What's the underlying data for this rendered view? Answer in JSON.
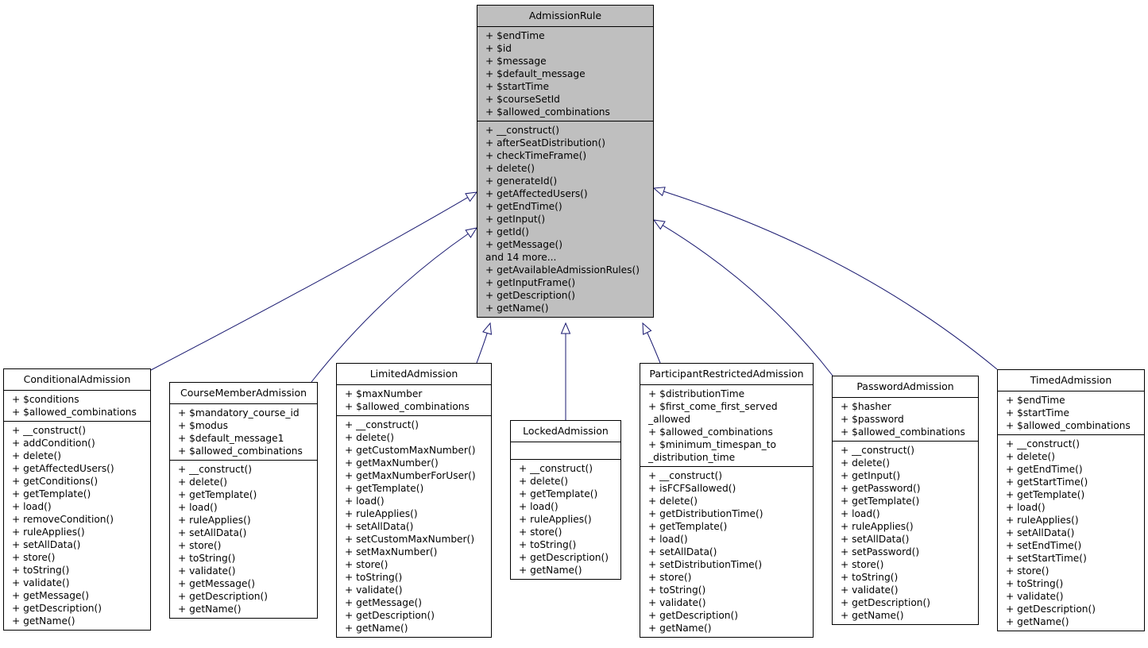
{
  "parent": {
    "name": "AdmissionRule",
    "attributes": [
      "+ $endTime",
      "+ $id",
      "+ $message",
      "+ $default_message",
      "+ $startTime",
      "+ $courseSetId",
      "+ $allowed_combinations"
    ],
    "methods": [
      "+ __construct()",
      "+ afterSeatDistribution()",
      "+ checkTimeFrame()",
      "+ delete()",
      "+ generateId()",
      "+ getAffectedUsers()",
      "+ getEndTime()",
      "+ getInput()",
      "+ getId()",
      "+ getMessage()",
      "and 14 more...",
      "+ getAvailableAdmissionRules()",
      "+ getInputFrame()",
      "+ getDescription()",
      "+ getName()"
    ]
  },
  "children": [
    {
      "name": "ConditionalAdmission",
      "attributes": [
        "+ $conditions",
        "+ $allowed_combinations"
      ],
      "methods": [
        "+ __construct()",
        "+ addCondition()",
        "+ delete()",
        "+ getAffectedUsers()",
        "+ getConditions()",
        "+ getTemplate()",
        "+ load()",
        "+ removeCondition()",
        "+ ruleApplies()",
        "+ setAllData()",
        "+ store()",
        "+ toString()",
        "+ validate()",
        "+ getMessage()",
        "+ getDescription()",
        "+ getName()"
      ]
    },
    {
      "name": "CourseMemberAdmission",
      "attributes": [
        "+ $mandatory_course_id",
        "+ $modus",
        "+ $default_message1",
        "+ $allowed_combinations"
      ],
      "methods": [
        "+ __construct()",
        "+ delete()",
        "+ getTemplate()",
        "+ load()",
        "+ ruleApplies()",
        "+ setAllData()",
        "+ store()",
        "+ toString()",
        "+ validate()",
        "+ getMessage()",
        "+ getDescription()",
        "+ getName()"
      ]
    },
    {
      "name": "LimitedAdmission",
      "attributes": [
        "+ $maxNumber",
        "+ $allowed_combinations"
      ],
      "methods": [
        "+ __construct()",
        "+ delete()",
        "+ getCustomMaxNumber()",
        "+ getMaxNumber()",
        "+ getMaxNumberForUser()",
        "+ getTemplate()",
        "+ load()",
        "+ ruleApplies()",
        "+ setAllData()",
        "+ setCustomMaxNumber()",
        "+ setMaxNumber()",
        "+ store()",
        "+ toString()",
        "+ validate()",
        "+ getMessage()",
        "+ getDescription()",
        "+ getName()"
      ]
    },
    {
      "name": "LockedAdmission",
      "attributes": [],
      "methods": [
        "+ __construct()",
        "+ delete()",
        "+ getTemplate()",
        "+ load()",
        "+ ruleApplies()",
        "+ store()",
        "+ toString()",
        "+ getDescription()",
        "+ getName()"
      ]
    },
    {
      "name": "ParticipantRestrictedAdmission",
      "attributes": [
        "+ $distributionTime",
        "+ $first_come_first_served",
        "_allowed",
        "+ $allowed_combinations",
        "+ $minimum_timespan_to",
        "_distribution_time"
      ],
      "methods": [
        "+ __construct()",
        "+ isFCFSallowed()",
        "+ delete()",
        "+ getDistributionTime()",
        "+ getTemplate()",
        "+ load()",
        "+ setAllData()",
        "+ setDistributionTime()",
        "+ store()",
        "+ toString()",
        "+ validate()",
        "+ getDescription()",
        "+ getName()"
      ]
    },
    {
      "name": "PasswordAdmission",
      "attributes": [
        "+ $hasher",
        "+ $password",
        "+ $allowed_combinations"
      ],
      "methods": [
        "+ __construct()",
        "+ delete()",
        "+ getInput()",
        "+ getPassword()",
        "+ getTemplate()",
        "+ load()",
        "+ ruleApplies()",
        "+ setAllData()",
        "+ setPassword()",
        "+ store()",
        "+ toString()",
        "+ validate()",
        "+ getDescription()",
        "+ getName()"
      ]
    },
    {
      "name": "TimedAdmission",
      "attributes": [
        "+ $endTime",
        "+ $startTime",
        "+ $allowed_combinations"
      ],
      "methods": [
        "+ __construct()",
        "+ delete()",
        "+ getEndTime()",
        "+ getStartTime()",
        "+ getTemplate()",
        "+ load()",
        "+ ruleApplies()",
        "+ setAllData()",
        "+ setEndTime()",
        "+ setStartTime()",
        "+ store()",
        "+ toString()",
        "+ validate()",
        "+ getDescription()",
        "+ getName()"
      ]
    }
  ],
  "colors": {
    "edge": "#191970",
    "parent_fill": "#bfbfbf",
    "box_border": "#000000"
  }
}
